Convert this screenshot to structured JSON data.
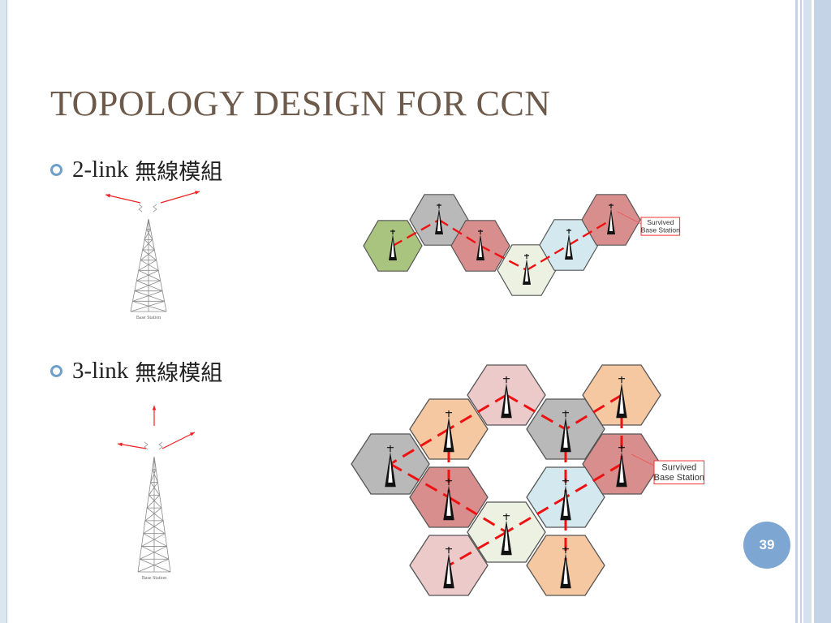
{
  "slide": {
    "title": "TOPOLOGY DESIGN FOR CCN",
    "page_number": "39"
  },
  "bullets": [
    {
      "label": "2-link",
      "label_zh": "無線模組"
    },
    {
      "label": "3-link",
      "label_zh": "無線模組"
    }
  ],
  "diagrams": {
    "tower_caption": "Base Station",
    "two_link_callout": [
      "Survived",
      "Base Station"
    ],
    "three_link_callout": [
      "Survived",
      "Base Station"
    ]
  },
  "colors": {
    "title": "#6d5a4a",
    "bullet_dot": "#6f9fc8",
    "badge": "#7da7d2",
    "link": "#ee1111",
    "cell_green": "#a9c47f",
    "cell_gray": "#b9b9b9",
    "cell_red": "#d98e8e",
    "cell_cream": "#edf1e1",
    "cell_blue": "#d4e8f0",
    "cell_pink": "#eccaca",
    "cell_orange": "#f6c8a2"
  }
}
